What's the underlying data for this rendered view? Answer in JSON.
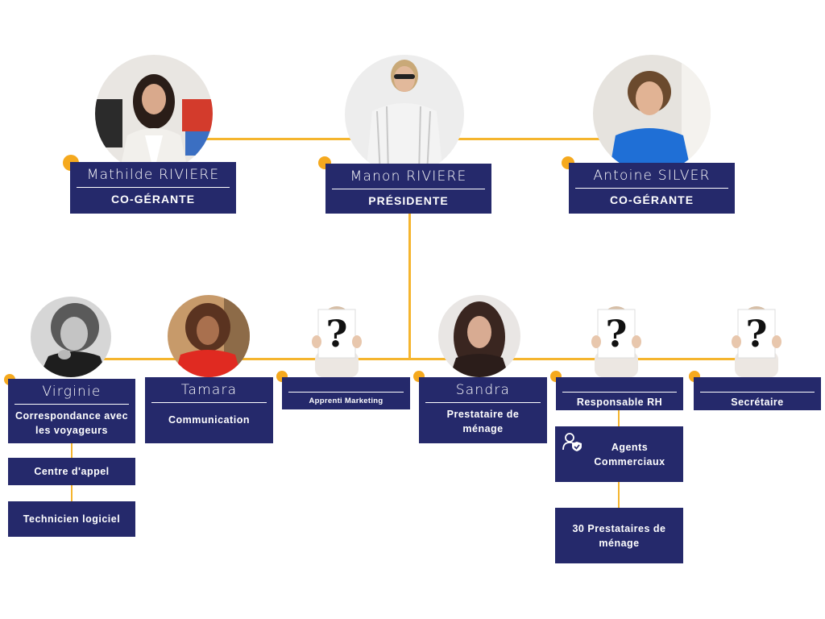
{
  "colors": {
    "navy": "#25296b",
    "accent": "#f5a91e",
    "line": "#f5b52e"
  },
  "leaders": [
    {
      "name": "Mathilde RIVIERE",
      "role": "CO-GÉRANTE"
    },
    {
      "name": "Manon RIVIERE",
      "role": "PRÉSIDENTE"
    },
    {
      "name": "Antoine SILVER",
      "role": "CO-GÉRANTE"
    }
  ],
  "team": {
    "virginie": {
      "name": "Virginie",
      "role": "Correspondance avec les voyageurs"
    },
    "tamara": {
      "name": "Tamara",
      "role": "Communication"
    },
    "apprenti": {
      "role": "Apprenti Marketing"
    },
    "sandra": {
      "name": "Sandra",
      "role": "Prestataire de ménage"
    },
    "rh": {
      "role": "Responsable RH"
    },
    "secretaire": {
      "role": "Secrétaire"
    }
  },
  "sub": {
    "centre_appel": "Centre d'appel",
    "technicien": "Technicien logiciel",
    "agents": "Agents Commerciaux",
    "prestataires": "30 Prestataires de ménage"
  },
  "icons": {
    "unknown": "question-sign-icon",
    "agent": "user-shield-icon"
  }
}
